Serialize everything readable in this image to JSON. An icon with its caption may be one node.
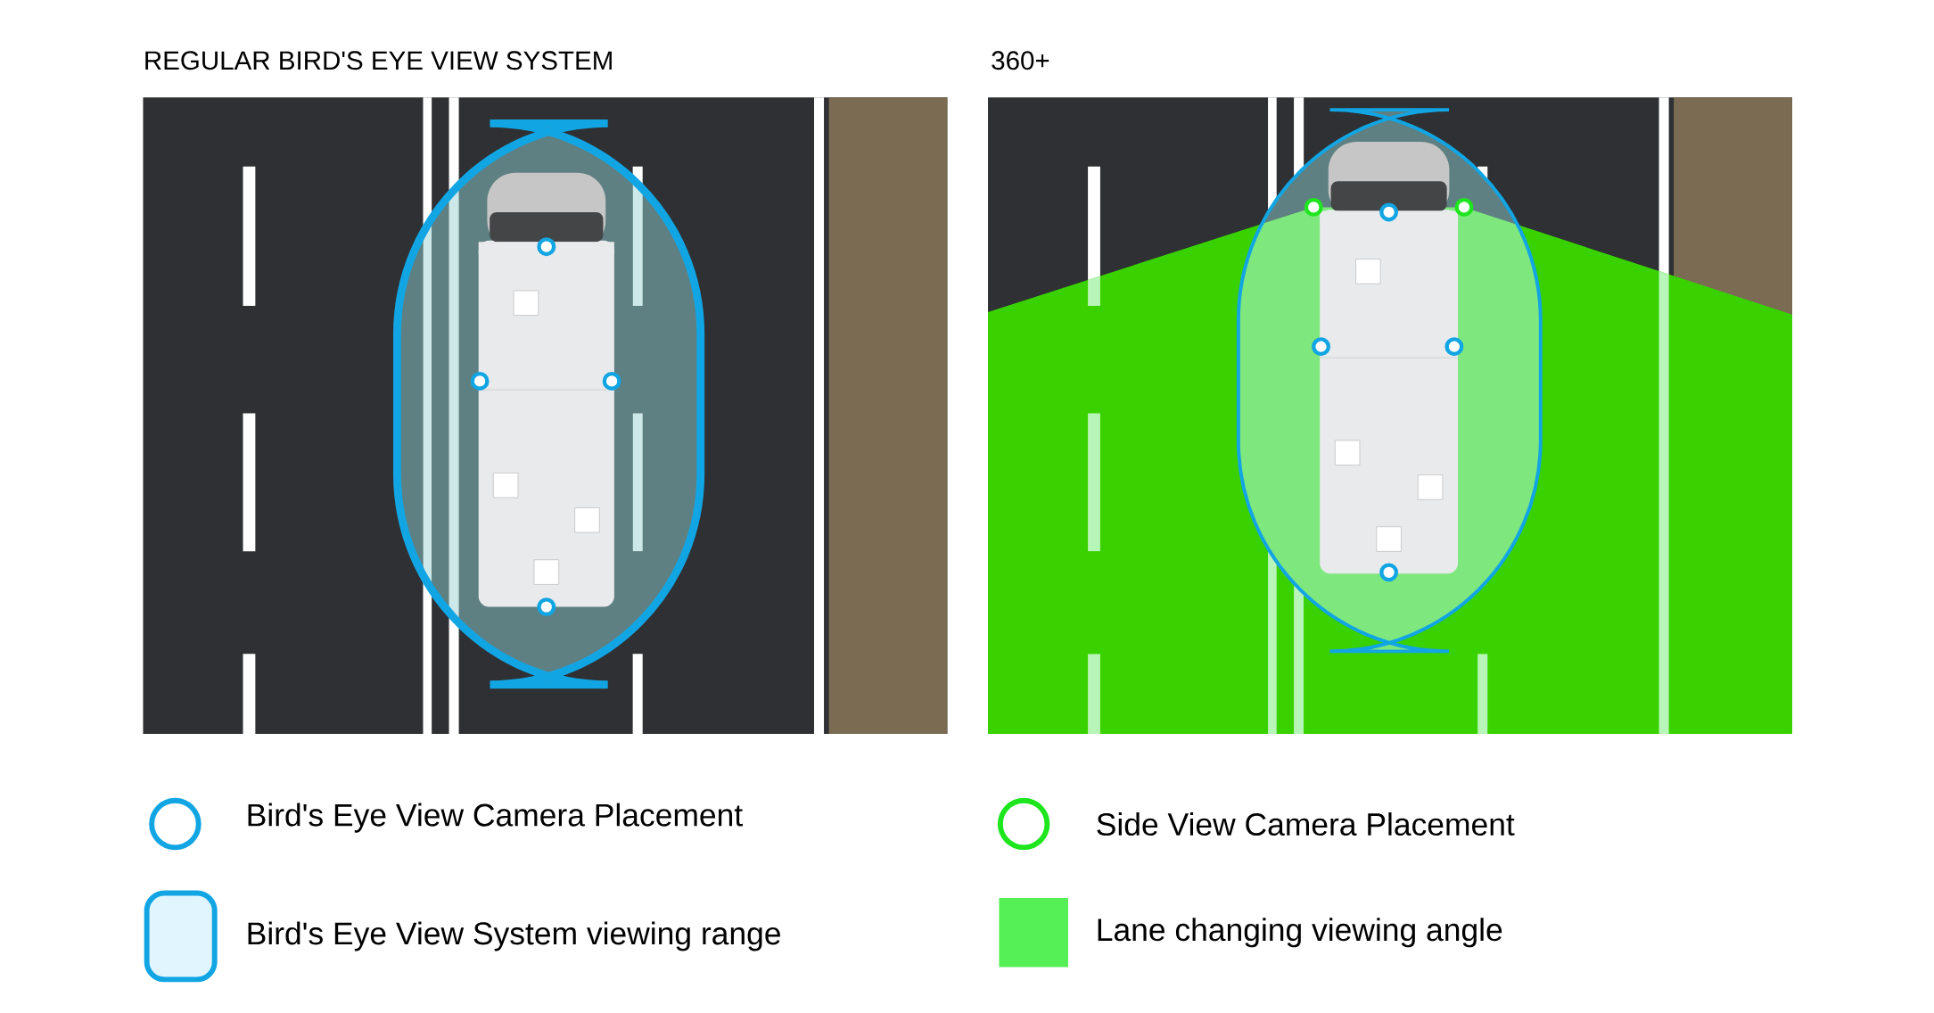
{
  "diagram": {
    "labels": [
      "REGULAR BIRD'S EYE VIEW SYSTEM",
      "360+"
    ],
    "legend": [
      {
        "text": "Bird's Eye View Camera Placement"
      },
      {
        "text": "Bird's Eye View System viewing range"
      },
      {
        "text": "Side View Camera Placement"
      },
      {
        "text": "Lane changing viewing angle",
        "color": "#55f055"
      }
    ]
  }
}
